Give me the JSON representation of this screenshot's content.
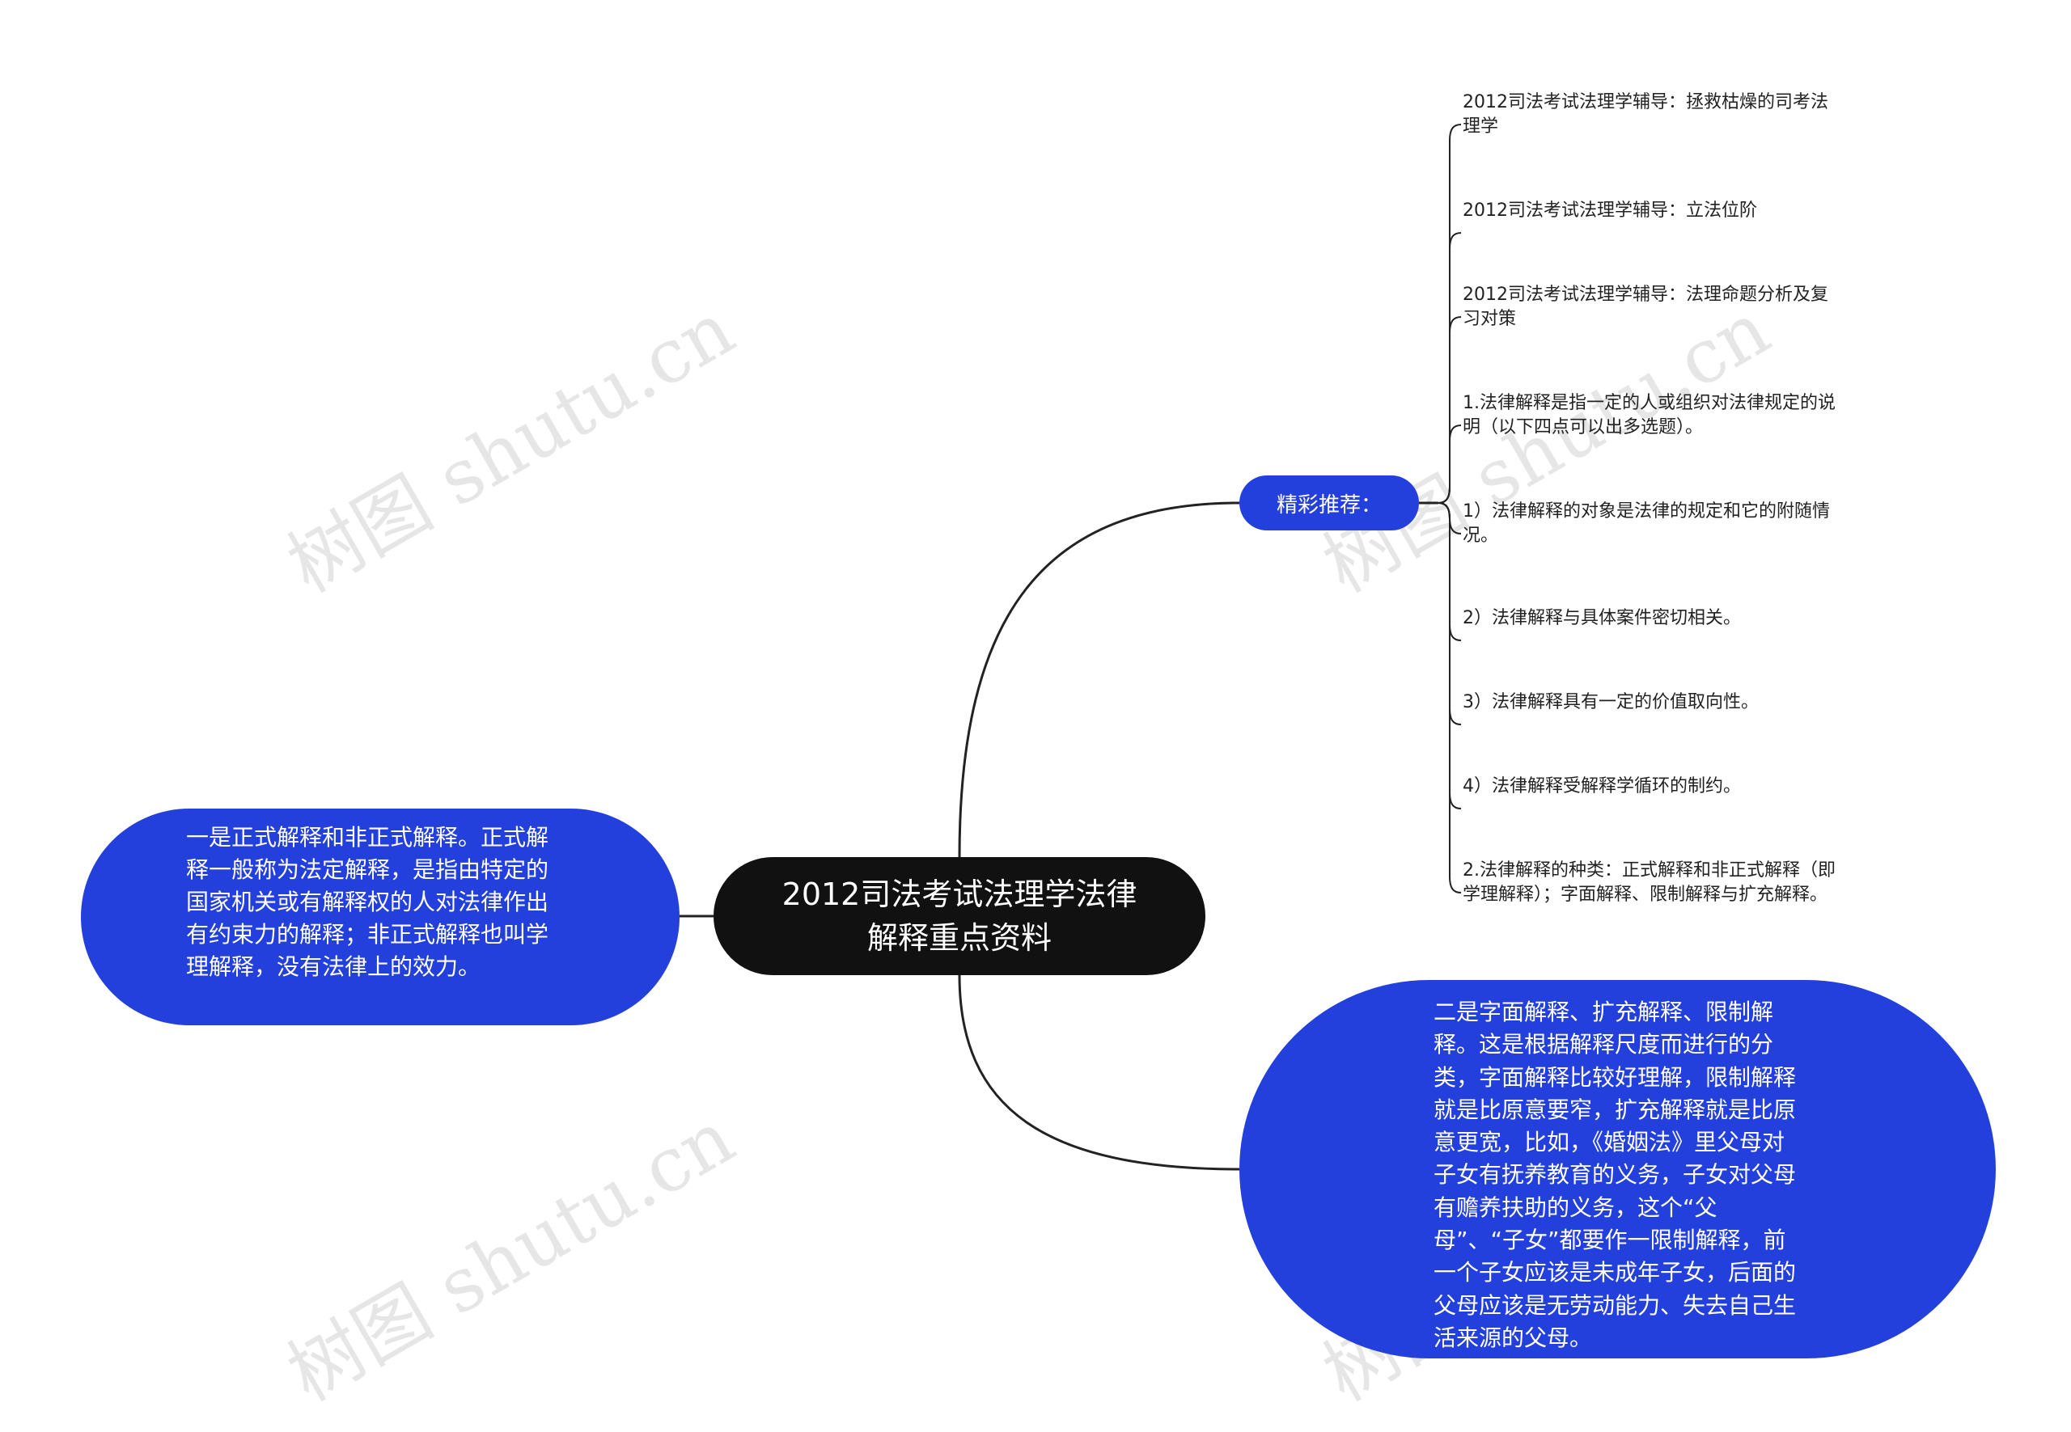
{
  "root": {
    "title": "2012司法考试法理学法律解释重点资料"
  },
  "left": {
    "text": "一是正式解释和非正式解释。正式解释一般称为法定解释，是指由特定的国家机关或有解释权的人对法律作出有约束力的解释；非正式解释也叫学理解释，没有法律上的效力。"
  },
  "right": {
    "text": "二是字面解释、扩充解释、限制解释。这是根据解释尺度而进行的分类，字面解释比较好理解，限制解释就是比原意要窄，扩充解释就是比原意更宽，比如，《婚姻法》里父母对子女有抚养教育的义务，子女对父母有赡养扶助的义务，这个“父母”、“子女”都要作一限制解释，前一个子女应该是未成年子女，后面的父母应该是无劳动能力、失去自己生活来源的父母。"
  },
  "recommend": {
    "label": "精彩推荐：",
    "items": [
      "2012司法考试法理学辅导：拯救枯燥的司考法理学",
      "2012司法考试法理学辅导：立法位阶",
      "2012司法考试法理学辅导：法理命题分析及复习对策",
      "1.法律解释是指一定的人或组织对法律规定的说明（以下四点可以出多选题）。",
      "1）法律解释的对象是法律的规定和它的附随情况。",
      "2）法律解释与具体案件密切相关。",
      "3）法律解释具有一定的价值取向性。",
      "4）法律解释受解释学循环的制约。",
      "2.法律解释的种类：正式解释和非正式解释（即学理解释）；字面解释、限制解释与扩充解释。"
    ]
  },
  "watermark": "树图 shutu.cn",
  "colors": {
    "root": "#111111",
    "node": "#2440dc",
    "line": "#222222"
  }
}
